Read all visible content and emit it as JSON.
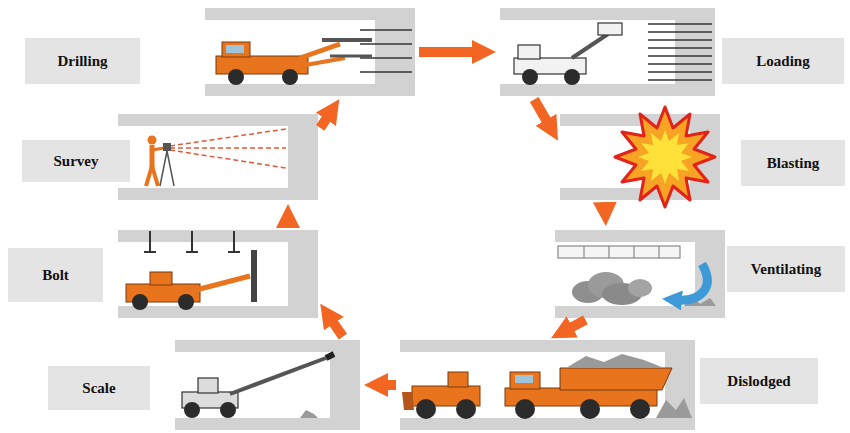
{
  "diagram": {
    "nodes": [
      {
        "text": [
          "Drilling"
        ]
      },
      {
        "text": [
          "Loading"
        ]
      },
      {
        "text": [
          "Blasting"
        ]
      },
      {
        "text": [
          "Ventilating"
        ]
      },
      {
        "text": [
          "Dislodged"
        ]
      },
      {
        "text": [
          "Scale"
        ]
      },
      {
        "text": [
          "Bolt"
        ]
      },
      {
        "text": [
          "Survey"
        ]
      }
    ],
    "edges": [
      {
        "from": 0,
        "to": 1,
        "arrow": "to"
      },
      {
        "from": 1,
        "to": 2,
        "arrow": "to"
      },
      {
        "from": 2,
        "to": 3,
        "arrow": "to"
      },
      {
        "from": 3,
        "to": 4,
        "arrow": "to"
      },
      {
        "from": 4,
        "to": 5,
        "arrow": "to"
      },
      {
        "from": 5,
        "to": 6,
        "arrow": "to"
      },
      {
        "from": 6,
        "to": 7,
        "arrow": "to"
      },
      {
        "from": 7,
        "to": 0,
        "arrow": "to"
      }
    ]
  }
}
